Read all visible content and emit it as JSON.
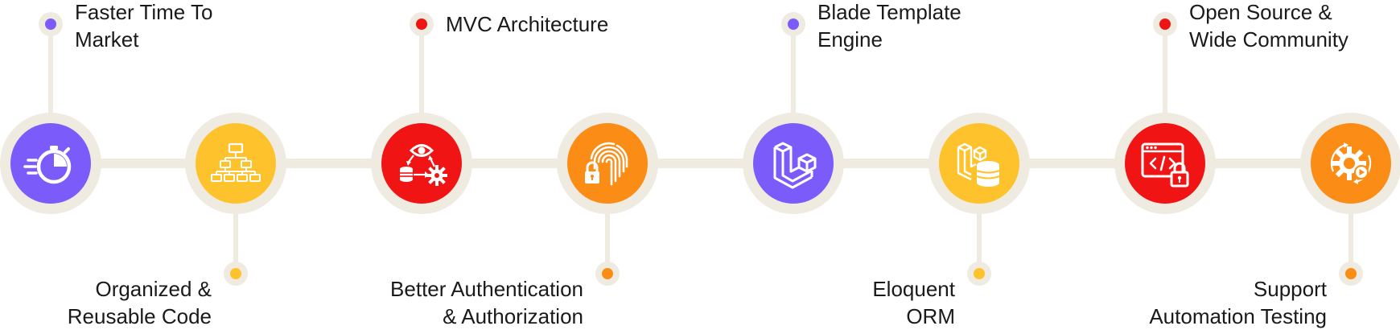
{
  "colors": {
    "track": "#efebe1",
    "purple": "#7b5cfa",
    "yellow": "#fec22c",
    "red": "#f01414",
    "orange": "#fb8c15",
    "text": "#1a1a1a"
  },
  "features": [
    {
      "lines": [
        "Faster Time To",
        "Market"
      ],
      "position": "top",
      "color": "purple",
      "icon": "stopwatch-icon"
    },
    {
      "lines": [
        "Organized &",
        "Reusable Code"
      ],
      "position": "bottom",
      "color": "yellow",
      "icon": "sitemap-icon"
    },
    {
      "lines": [
        "MVC Architecture"
      ],
      "position": "top",
      "color": "red",
      "icon": "mvc-flow-icon"
    },
    {
      "lines": [
        "Better Authentication",
        "& Authorization"
      ],
      "position": "bottom",
      "color": "orange",
      "icon": "fingerprint-lock-icon"
    },
    {
      "lines": [
        "Blade Template",
        "Engine"
      ],
      "position": "top",
      "color": "purple",
      "icon": "laravel-logo-icon"
    },
    {
      "lines": [
        "Eloquent",
        "ORM"
      ],
      "position": "bottom",
      "color": "yellow",
      "icon": "laravel-database-icon"
    },
    {
      "lines": [
        "Open Source &",
        "Wide Community"
      ],
      "position": "top",
      "color": "red",
      "icon": "code-window-lock-icon"
    },
    {
      "lines": [
        "Support",
        "Automation Testing"
      ],
      "position": "bottom",
      "color": "orange",
      "icon": "gear-play-icon"
    }
  ]
}
